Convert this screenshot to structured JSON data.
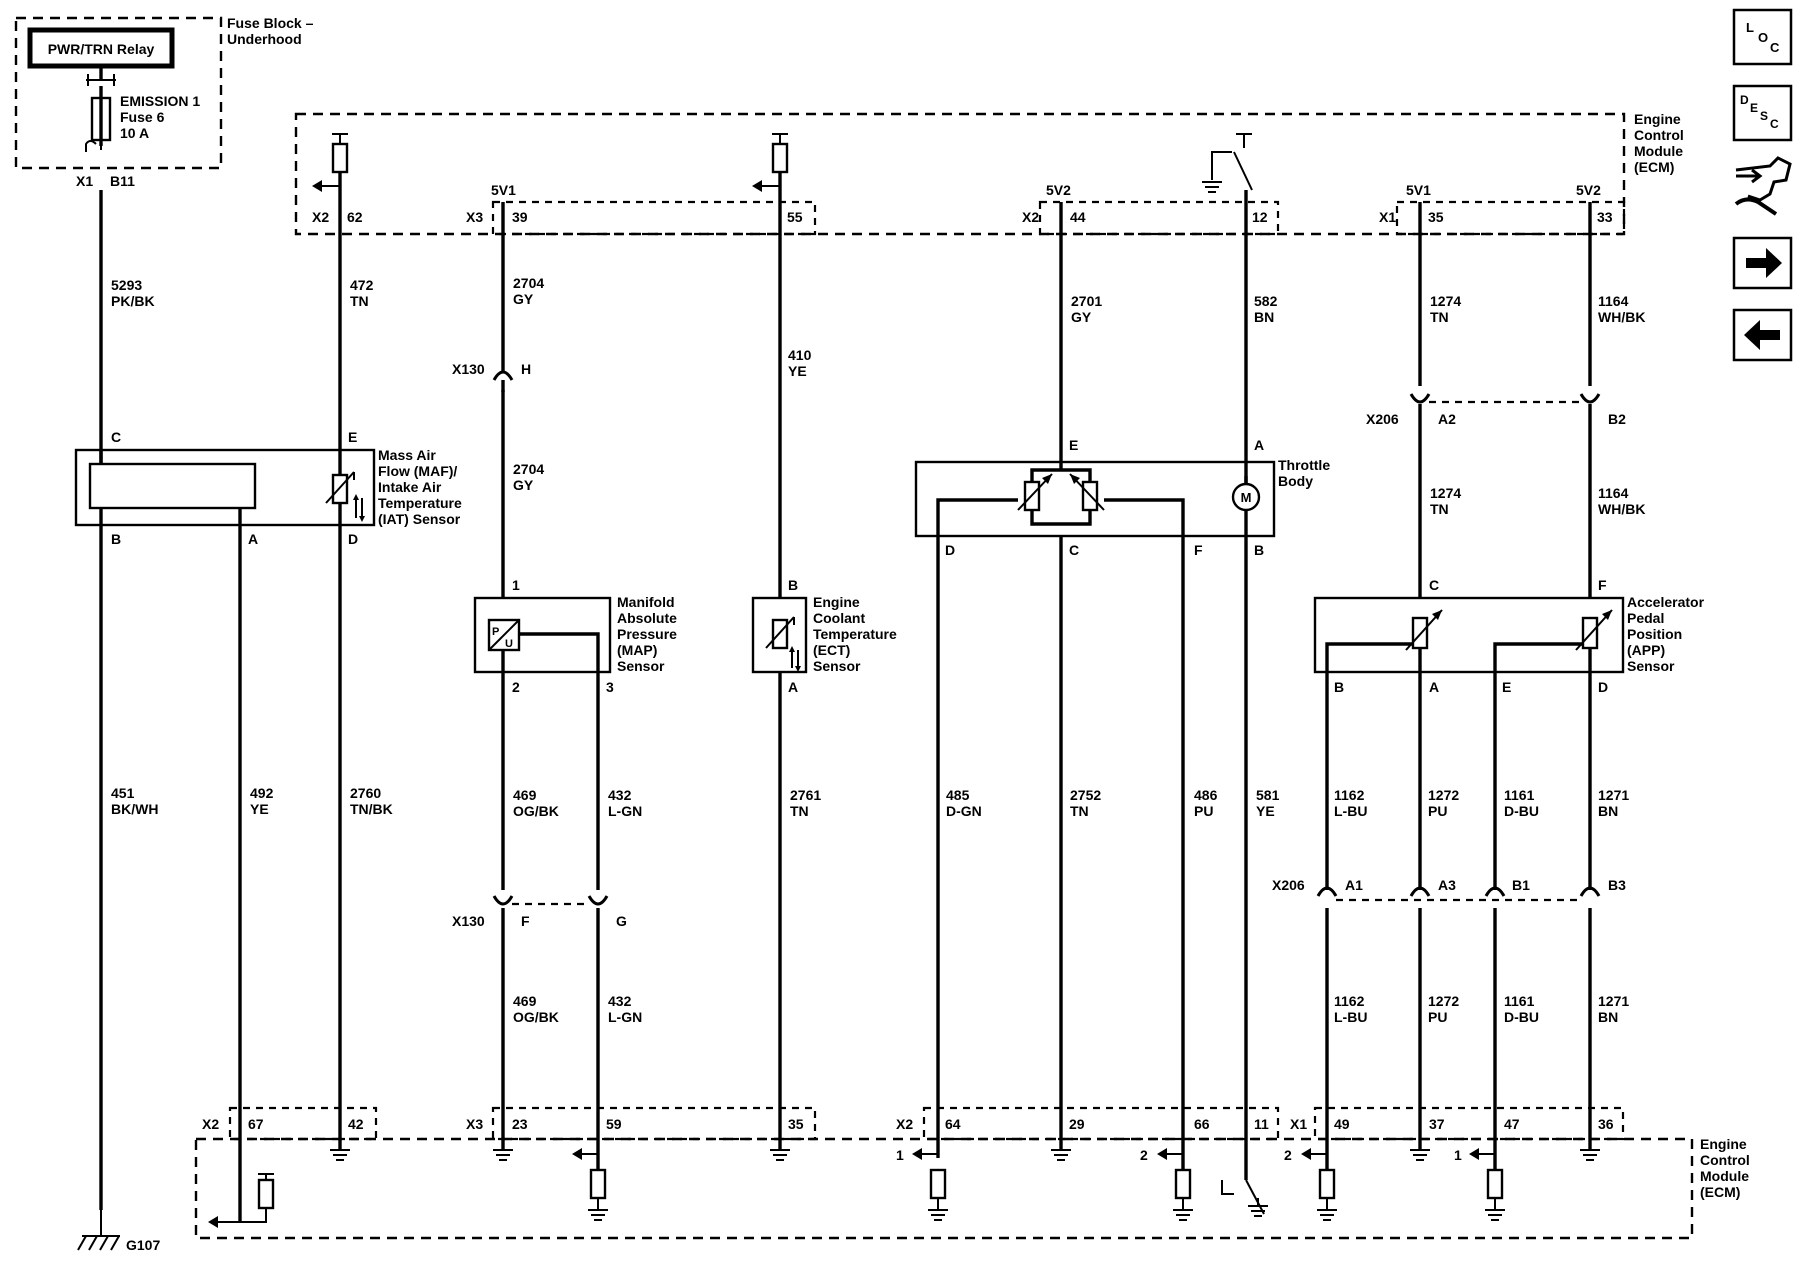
{
  "fuse_block": {
    "title_line1": "Fuse Block –",
    "title_line2": "Underhood",
    "relay": "PWR/TRN Relay",
    "fuse_name": "EMISSION 1",
    "fuse_number": "Fuse 6",
    "fuse_rating": "10 A",
    "conn": "X1",
    "pin": "B11"
  },
  "ecm": {
    "line1": "Engine",
    "line2": "Control",
    "line3": "Module",
    "line4": "(ECM)"
  },
  "nav": {
    "loc": "LOC",
    "desc": "DESC",
    "colors": {
      "stroke": "#000000",
      "fill": "#ffffff"
    }
  },
  "power": {
    "v5_1": "5V1",
    "v5_2": "5V2"
  },
  "top_connectors": [
    {
      "conn": "X2",
      "pin": "62"
    },
    {
      "conn": "X3",
      "pin": "39"
    },
    {
      "conn": "",
      "pin": "55"
    },
    {
      "conn": "X2",
      "pin": "44"
    },
    {
      "conn": "",
      "pin": "12"
    },
    {
      "conn": "X1",
      "pin": "35"
    },
    {
      "conn": "",
      "pin": "33"
    }
  ],
  "bottom_connectors": [
    {
      "conn": "X2",
      "pin": "67"
    },
    {
      "conn": "",
      "pin": "42"
    },
    {
      "conn": "X3",
      "pin": "23"
    },
    {
      "conn": "",
      "pin": "59"
    },
    {
      "conn": "",
      "pin": "35"
    },
    {
      "conn": "X2",
      "pin": "64"
    },
    {
      "conn": "",
      "pin": "29"
    },
    {
      "conn": "",
      "pin": "66"
    },
    {
      "conn": "",
      "pin": "11"
    },
    {
      "conn": "X1",
      "pin": "49"
    },
    {
      "conn": "",
      "pin": "37"
    },
    {
      "conn": "",
      "pin": "47"
    },
    {
      "conn": "",
      "pin": "36"
    }
  ],
  "wires": [
    {
      "circuit": "5293",
      "color": "PK/BK"
    },
    {
      "circuit": "472",
      "color": "TN"
    },
    {
      "circuit": "2704",
      "color": "GY"
    },
    {
      "circuit": "410",
      "color": "YE"
    },
    {
      "circuit": "2701",
      "color": "GY"
    },
    {
      "circuit": "582",
      "color": "BN"
    },
    {
      "circuit": "1274",
      "color": "TN"
    },
    {
      "circuit": "1164",
      "color": "WH/BK"
    },
    {
      "circuit": "2704",
      "color": "GY"
    },
    {
      "circuit": "1274",
      "color": "TN"
    },
    {
      "circuit": "1164",
      "color": "WH/BK"
    },
    {
      "circuit": "451",
      "color": "BK/WH"
    },
    {
      "circuit": "492",
      "color": "YE"
    },
    {
      "circuit": "2760",
      "color": "TN/BK"
    },
    {
      "circuit": "469",
      "color": "OG/BK"
    },
    {
      "circuit": "432",
      "color": "L-GN"
    },
    {
      "circuit": "2761",
      "color": "TN"
    },
    {
      "circuit": "485",
      "color": "D-GN"
    },
    {
      "circuit": "2752",
      "color": "TN"
    },
    {
      "circuit": "486",
      "color": "PU"
    },
    {
      "circuit": "581",
      "color": "YE"
    },
    {
      "circuit": "1162",
      "color": "L-BU"
    },
    {
      "circuit": "1272",
      "color": "PU"
    },
    {
      "circuit": "1161",
      "color": "D-BU"
    },
    {
      "circuit": "1271",
      "color": "BN"
    },
    {
      "circuit": "469",
      "color": "OG/BK"
    },
    {
      "circuit": "432",
      "color": "L-GN"
    },
    {
      "circuit": "1162",
      "color": "L-BU"
    },
    {
      "circuit": "1272",
      "color": "PU"
    },
    {
      "circuit": "1161",
      "color": "D-BU"
    },
    {
      "circuit": "1271",
      "color": "BN"
    }
  ],
  "inline_connectors": {
    "x130": "X130",
    "x206": "X206",
    "x130_top_pin": "H",
    "x130_bottom_pins": [
      "F",
      "G"
    ],
    "x206_top_pins": [
      "A2",
      "B2"
    ],
    "x206_bottom_pins": [
      "A1",
      "A3",
      "B1",
      "B3"
    ]
  },
  "components": {
    "maf": {
      "lines": [
        "Mass Air",
        "Flow (MAF)/",
        "Intake Air",
        "Temperature",
        "(IAT) Sensor"
      ],
      "pins": [
        "C",
        "E",
        "B",
        "A",
        "D"
      ]
    },
    "map": {
      "lines": [
        "Manifold",
        "Absolute",
        "Pressure",
        "(MAP)",
        "Sensor"
      ],
      "pins": [
        "1",
        "2",
        "3"
      ],
      "symbol": "P/U"
    },
    "ect": {
      "lines": [
        "Engine",
        "Coolant",
        "Temperature",
        "(ECT)",
        "Sensor"
      ],
      "pins": [
        "B",
        "A"
      ]
    },
    "throttle": {
      "lines": [
        "Throttle",
        "Body"
      ],
      "pins": [
        "E",
        "A",
        "D",
        "C",
        "F",
        "B"
      ],
      "motor": "M"
    },
    "app": {
      "lines": [
        "Accelerator",
        "Pedal",
        "Position",
        "(APP)",
        "Sensor"
      ],
      "pins": [
        "C",
        "F",
        "B",
        "A",
        "E",
        "D"
      ]
    }
  },
  "ground": "G107",
  "callouts": [
    "1",
    "2",
    "2",
    "1"
  ]
}
